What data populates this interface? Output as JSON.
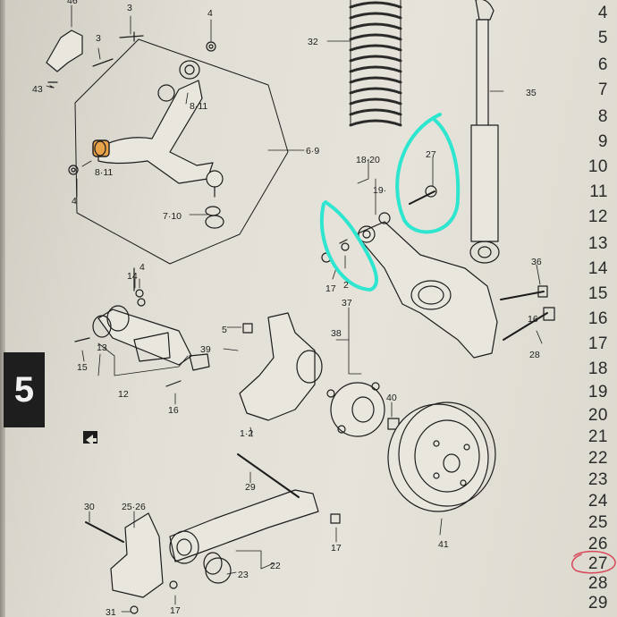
{
  "section_tab": "5",
  "line_numbers": [
    "4",
    "5",
    "6",
    "7",
    "8",
    "9",
    "10",
    "11",
    "12",
    "13",
    "14",
    "15",
    "16",
    "17",
    "18",
    "19",
    "20",
    "21",
    "22",
    "23",
    "24",
    "25",
    "26",
    "27",
    "28",
    "29"
  ],
  "callouts": {
    "c46": "46",
    "c3a": "3",
    "c3b": "3",
    "c4a": "4",
    "c43": "43",
    "c32": "32",
    "c35": "35",
    "c811a": "8·11",
    "c811b": "8·11",
    "c4b": "4",
    "c69": "6·9",
    "c710": "7·10",
    "c1820": "18·20",
    "c19": "19·",
    "c27a": "27",
    "c17a": "17",
    "c2": "2",
    "c36": "36",
    "c14": "14",
    "c4c": "4",
    "c37": "37",
    "c5": "5",
    "c13": "13",
    "c15": "15",
    "c12": "12",
    "c39": "39",
    "c38": "38",
    "c16a": "16",
    "c16b": "16",
    "c28": "28",
    "c40": "40",
    "c12b": "1·2",
    "c41": "41",
    "c29": "29",
    "c30": "30",
    "c2526": "25·26",
    "c22": "22",
    "c23": "23",
    "c17b": "17",
    "c31": "31",
    "c17c": "17"
  },
  "colors": {
    "page": "#e4e1d8",
    "ink": "#1c1c1c",
    "highlight_cyan": "#2ee6cf",
    "highlight_red": "#d9485a",
    "bushing_orange": "#e8a24a"
  }
}
